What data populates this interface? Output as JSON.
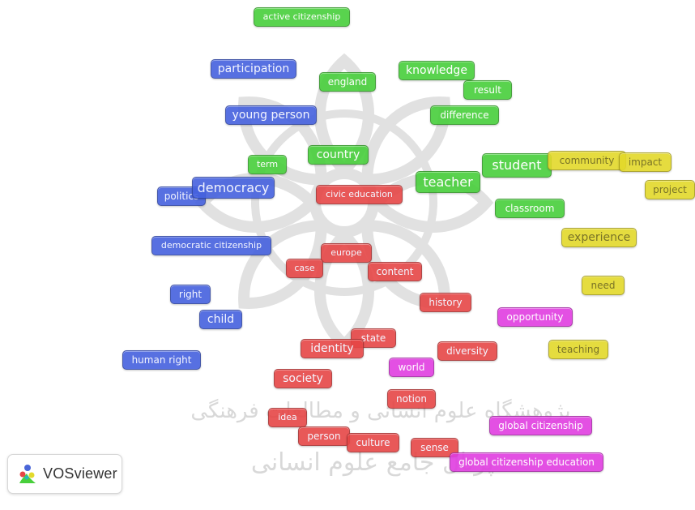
{
  "app": {
    "logo_text": "VOSviewer"
  },
  "colors": {
    "green": "#48cf3b",
    "blue": "#4561de",
    "red": "#e64646",
    "yellow": "#e3d92b",
    "magenta": "#e03ee0"
  },
  "watermark": {
    "text_line1": "پژوهشگاه علوم انسانی و مطالعات فرهنگی",
    "text_line2": "پرتال جامع علوم انسانی"
  },
  "clusters": {
    "green": {
      "active_citizenship": "active citizenship",
      "england": "england",
      "knowledge": "knowledge",
      "result": "result",
      "difference": "difference",
      "term": "term",
      "country": "country",
      "teacher": "teacher",
      "student": "student",
      "classroom": "classroom"
    },
    "blue": {
      "participation": "participation",
      "young_person": "young person",
      "politics": "politics",
      "democracy": "democracy",
      "democratic_citizenship": "democratic citizenship",
      "right": "right",
      "child": "child",
      "human_right": "human right"
    },
    "red": {
      "civic_education": "civic education",
      "europe": "europe",
      "case": "case",
      "content": "content",
      "history": "history",
      "state": "state",
      "identity": "identity",
      "diversity": "diversity",
      "society": "society",
      "notion": "notion",
      "idea": "idea",
      "person": "person",
      "culture": "culture",
      "sense": "sense"
    },
    "yellow": {
      "community": "community",
      "impact": "impact",
      "project": "project",
      "experience": "experience",
      "need": "need",
      "teaching": "teaching"
    },
    "magenta": {
      "opportunity": "opportunity",
      "world": "world",
      "global_citizenship": "global citizenship",
      "global_citizenship_education": "global citizenship education"
    }
  }
}
